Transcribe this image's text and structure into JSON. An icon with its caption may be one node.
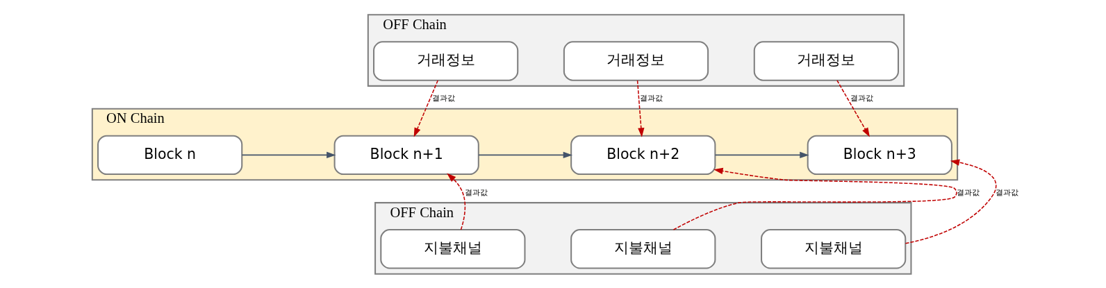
{
  "diagram": {
    "nodes": [
      {
        "text": [
          "OFF Chain"
        ]
      },
      {
        "text": [
          "거래정보"
        ],
        "in": 0
      },
      {
        "text": [
          "거래정보"
        ],
        "in": 0
      },
      {
        "text": [
          "거래정보"
        ],
        "in": 0
      },
      {
        "text": [
          "ON Chain"
        ]
      },
      {
        "text": [
          "Block n"
        ],
        "in": 4
      },
      {
        "text": [
          "Block n+1"
        ],
        "in": 4
      },
      {
        "text": [
          "Block n+2"
        ],
        "in": 4
      },
      {
        "text": [
          "Block n+3"
        ],
        "in": 4
      },
      {
        "text": [
          "OFF Chain"
        ]
      },
      {
        "text": [
          "지불채널"
        ],
        "in": 9
      },
      {
        "text": [
          "지불채널"
        ],
        "in": 9
      },
      {
        "text": [
          "지불채널"
        ],
        "in": 9
      }
    ],
    "edges": [
      {
        "from": 5,
        "to": 6,
        "arrow": "to",
        "color": "#44546a"
      },
      {
        "from": 6,
        "to": 7,
        "arrow": "to",
        "color": "#44546a"
      },
      {
        "from": 7,
        "to": 8,
        "arrow": "to",
        "color": "#44546a"
      },
      {
        "from": 1,
        "to": 6,
        "arrow": "to",
        "label": "결과값",
        "style": "dashed",
        "color": "#c00000"
      },
      {
        "from": 2,
        "to": 7,
        "arrow": "to",
        "label": "결과값",
        "style": "dashed",
        "color": "#c00000"
      },
      {
        "from": 3,
        "to": 8,
        "arrow": "to",
        "label": "결과값",
        "style": "dashed",
        "color": "#c00000"
      },
      {
        "from": 10,
        "to": 6,
        "arrow": "to",
        "label": "결과값",
        "style": "dashed",
        "color": "#c00000"
      },
      {
        "from": 11,
        "to": 7,
        "arrow": "to",
        "label": "결과값",
        "style": "dashed",
        "color": "#c00000"
      },
      {
        "from": 12,
        "to": 8,
        "arrow": "to",
        "label": "결과값",
        "style": "dashed",
        "color": "#c00000"
      }
    ]
  }
}
